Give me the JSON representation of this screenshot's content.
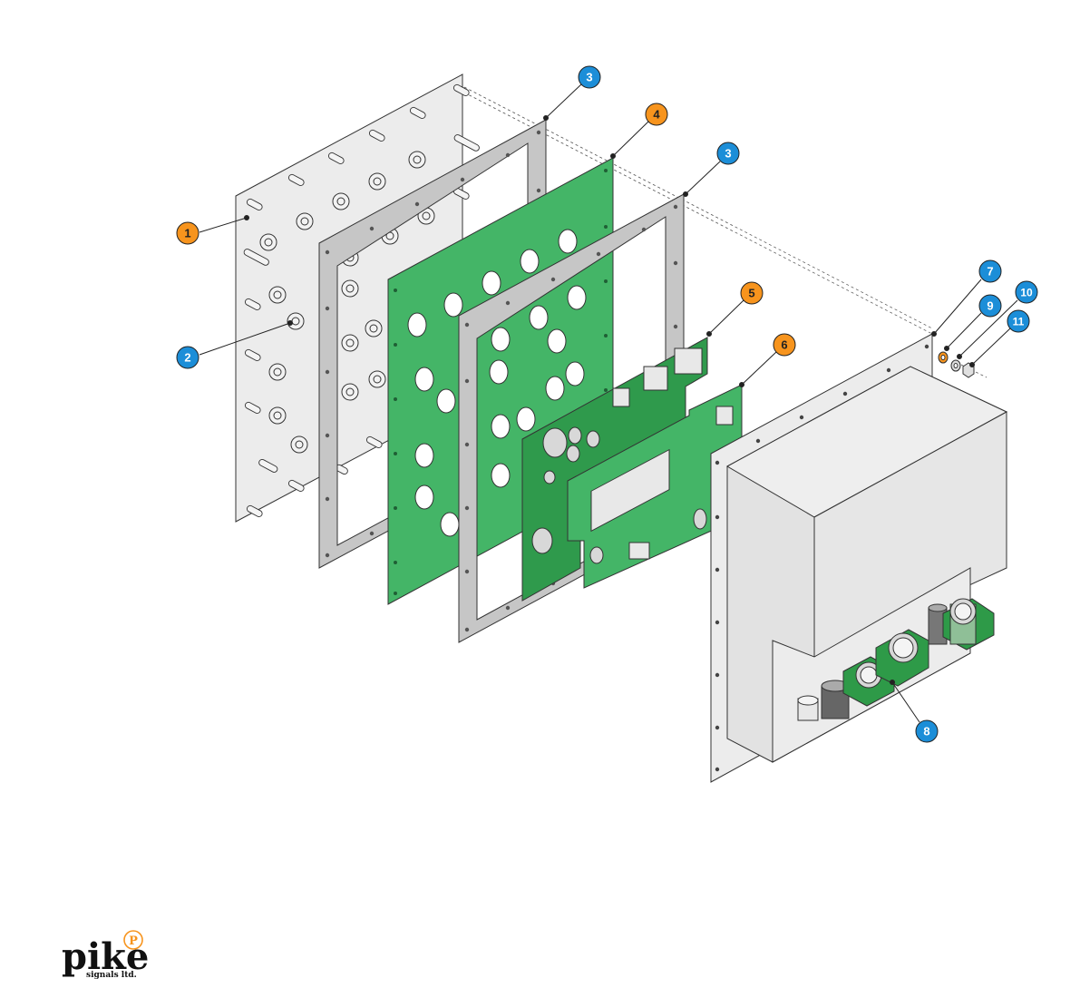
{
  "colors": {
    "orange": "#f7941d",
    "blue": "#1c8ed8",
    "green_board": "#44b567",
    "green_dark": "#2f9a4c",
    "green_connector": "#2e9a48",
    "plate_front": "#ececec",
    "gasket": "#c6c6c6",
    "enclosure": "#e6e6e6",
    "brand_orange": "#f7941d",
    "outline": "#333333"
  },
  "callouts": [
    {
      "id": "c1",
      "number": "1",
      "color": "orange",
      "part": "front-panel"
    },
    {
      "id": "c2",
      "number": "2",
      "color": "blue",
      "part": "connector"
    },
    {
      "id": "c3a",
      "number": "3",
      "color": "blue",
      "part": "gasket"
    },
    {
      "id": "c4",
      "number": "4",
      "color": "orange",
      "part": "pcb"
    },
    {
      "id": "c3b",
      "number": "3",
      "color": "blue",
      "part": "gasket"
    },
    {
      "id": "c5",
      "number": "5",
      "color": "orange",
      "part": "pcb"
    },
    {
      "id": "c6",
      "number": "6",
      "color": "orange",
      "part": "pcb"
    },
    {
      "id": "c7",
      "number": "7",
      "color": "blue",
      "part": "enclosure"
    },
    {
      "id": "c8",
      "number": "8",
      "color": "blue",
      "part": "rear-connectors"
    },
    {
      "id": "c9",
      "number": "9",
      "color": "blue",
      "part": "washer"
    },
    {
      "id": "c10",
      "number": "10",
      "color": "blue",
      "part": "washer"
    },
    {
      "id": "c11",
      "number": "11",
      "color": "blue",
      "part": "nut"
    }
  ],
  "brand": {
    "name": "pike",
    "tagline": "signals ltd.",
    "mark_letter": "P"
  }
}
